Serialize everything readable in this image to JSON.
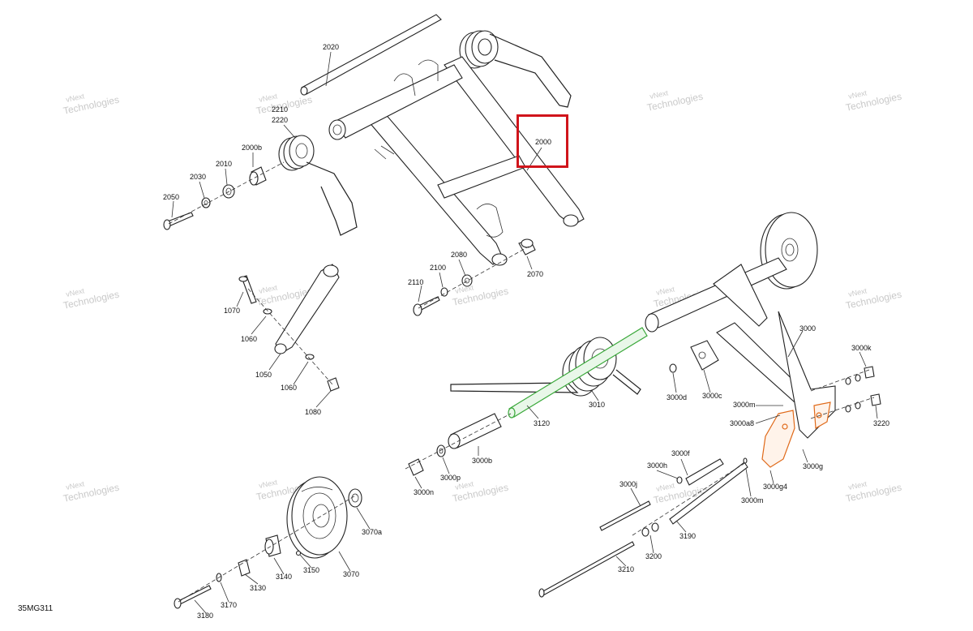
{
  "diagram": {
    "id_code": "35MG311",
    "watermark_line1": "vNext",
    "watermark_line2": "Technologies",
    "highlight_color": "#d0141b",
    "green_part_color": "#3aa83a",
    "orange_part_color": "#e06a1a",
    "highlighted_part": "2000",
    "labels": {
      "p2020": "2020",
      "p2000": "2000",
      "p2210": "2210",
      "p2220": "2220",
      "p2000b": "2000b",
      "p2010": "2010",
      "p2030": "2030",
      "p2050": "2050",
      "p2080": "2080",
      "p2100": "2100",
      "p2110": "2110",
      "p2070": "2070",
      "p1070": "1070",
      "p1060a": "1060",
      "p1050": "1050",
      "p1060b": "1060",
      "p1080": "1080",
      "p3000": "3000",
      "p3000k": "3000k",
      "p3000d": "3000d",
      "p3000c": "3000c",
      "p3000m_a": "3000m",
      "p3000a8": "3000a8",
      "p3220": "3220",
      "p3010": "3010",
      "p3120": "3120",
      "p3000b": "3000b",
      "p3000p": "3000p",
      "p3000n": "3000n",
      "p3000g": "3000g",
      "p3000g4": "3000g4",
      "p3000m_b": "3000m",
      "p3000f": "3000f",
      "p3000h": "3000h",
      "p3000j": "3000j",
      "p3190": "3190",
      "p3200": "3200",
      "p3210": "3210",
      "p3070a": "3070a",
      "p3070": "3070",
      "p3150": "3150",
      "p3140": "3140",
      "p3130": "3130",
      "p3170": "3170",
      "p3180": "3180"
    }
  }
}
